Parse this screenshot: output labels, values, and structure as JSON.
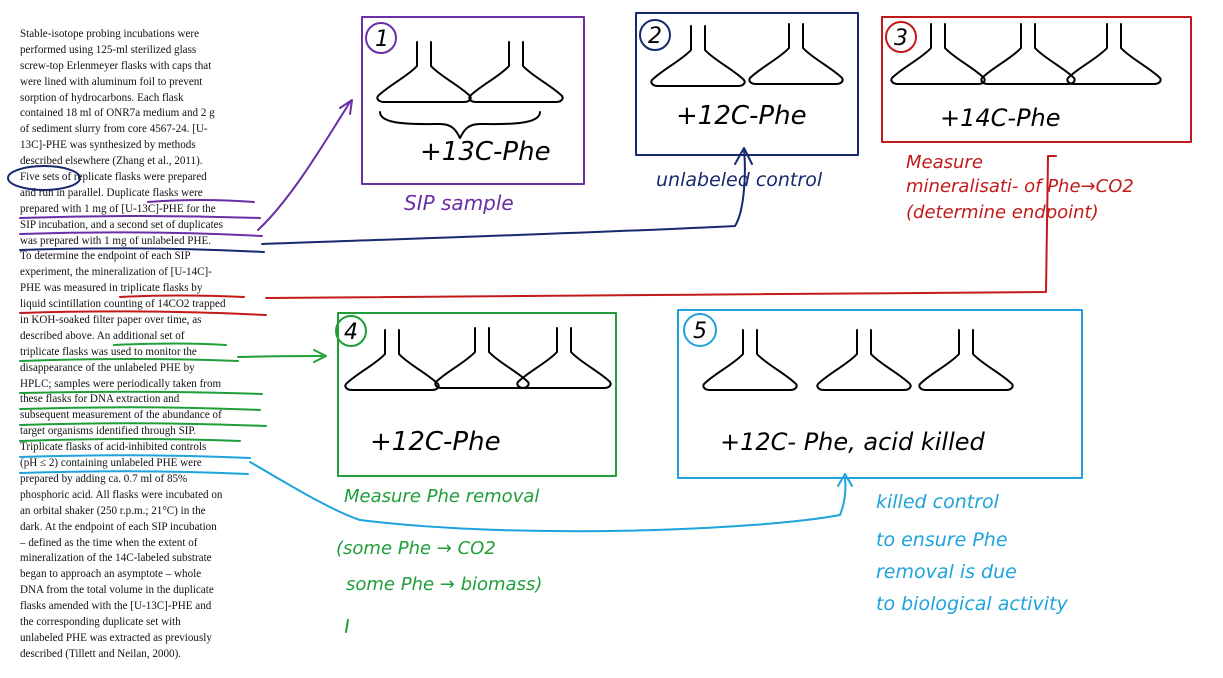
{
  "passage": {
    "lines": [
      "Stable-isotope probing incubations were",
      "performed using 125-ml sterilized glass",
      "screw-top Erlenmeyer flasks with caps that",
      "were lined with aluminum foil to prevent",
      "sorption of hydrocarbons. Each flask",
      "contained 18 ml of ONR7a medium and 2 g",
      "of sediment slurry from core 4567-24. [U-",
      "13C]-PHE was synthesized by methods",
      "described elsewhere (Zhang et al., 2011).",
      "Five sets of replicate flasks were prepared",
      "and run in parallel. Duplicate flasks were",
      "prepared with 1 mg of [U-13C]-PHE for the",
      "SIP incubation, and a second set of duplicates",
      "was prepared with 1 mg of unlabeled PHE.",
      "To determine the endpoint of each SIP",
      "experiment, the mineralization of [U-14C]-",
      "PHE was measured in triplicate flasks by",
      "liquid scintillation counting of 14CO2 trapped",
      "in KOH-soaked filter paper over time, as",
      "described above. An additional set of",
      "triplicate flasks was used to monitor the",
      "disappearance of the unlabeled PHE by",
      "HPLC; samples were periodically taken from",
      "these flasks for DNA extraction and",
      "subsequent measurement of the abundance of",
      "target organisms identified through SIP.",
      "Triplicate flasks of acid-inhibited controls",
      "(pH ≤ 2) containing unlabeled PHE were",
      "prepared by adding ca. 0.7 ml of 85%",
      "phosphoric acid. All flasks were incubated on",
      "an orbital shaker (250 r.p.m.; 21°C) in the",
      "dark. At the endpoint of each SIP incubation",
      "– defined as the time when the extent of",
      "mineralization of the 14C-labeled substrate",
      "began to approach an asymptote – whole",
      "DNA from the total volume in the duplicate",
      "flasks amended with the [U-13C]-PHE and",
      "the corresponding duplicate set with",
      "unlabeled PHE was extracted as previously",
      "described (Tillett and Neilan, 2000)."
    ]
  },
  "colors": {
    "set1": "#6a2fa5",
    "set2": "#16296e",
    "set3": "#c21a1a",
    "set4": "#1f9e3a",
    "set5": "#1ea3dc"
  },
  "boxes": [
    {
      "num": "1",
      "label": "+13C-Phe",
      "note": [
        "SIP sample"
      ]
    },
    {
      "num": "2",
      "label": "+12C-Phe",
      "note": [
        "unlabeled control"
      ]
    },
    {
      "num": "3",
      "label": "+14C-Phe",
      "note": [
        "Measure",
        "mineralisati- of Phe→CO2",
        "(determine endpoint)"
      ]
    },
    {
      "num": "4",
      "label": "+12C-Phe",
      "note": [
        "Measure Phe removal",
        "(some Phe → CO2",
        "some Phe → biomass)"
      ]
    },
    {
      "num": "5",
      "label": "+12C- Phe, acid killed",
      "note": [
        "killed control",
        "to ensure Phe",
        "removal is due",
        "to biological activity"
      ]
    }
  ]
}
